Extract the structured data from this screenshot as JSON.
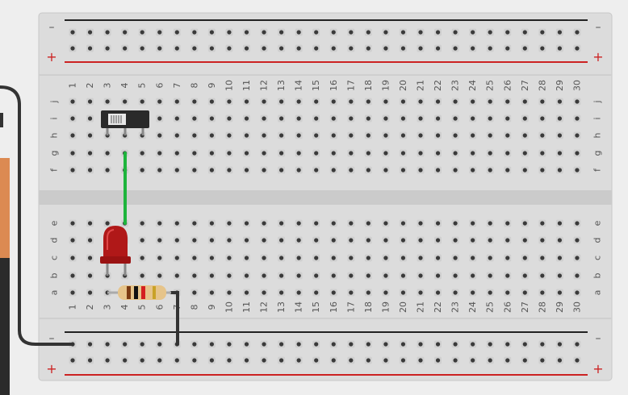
{
  "breadboard": {
    "columns": 30,
    "top_rows": [
      "j",
      "i",
      "h",
      "g",
      "f"
    ],
    "bottom_rows": [
      "e",
      "d",
      "c",
      "b",
      "a"
    ],
    "rail_minus_label": "–",
    "rail_plus_label": "+",
    "rail_minus_color": "#222222",
    "rail_plus_color": "#cc2222"
  },
  "components": {
    "slide_switch": {
      "icon": "slide-switch-icon",
      "pins_row": "h",
      "pins_columns": [
        3,
        4,
        5
      ]
    },
    "led": {
      "icon": "led-icon",
      "color": "#b01818",
      "leg_columns": [
        3,
        4
      ]
    },
    "resistor": {
      "icon": "resistor-icon",
      "row": "a",
      "from_column": 3,
      "to_column": 7,
      "band_colors": [
        "#7a3a12",
        "#111111",
        "#d42020",
        "#c9a227"
      ]
    },
    "jumper_green": {
      "color": "#1eb43c",
      "from": "g4",
      "to": "e4"
    },
    "jumper_black_rail": {
      "color": "#333333",
      "from": "a7",
      "to": "lower-minus-rail"
    },
    "battery_wire": {
      "color": "#333333"
    },
    "battery": {
      "top_color": "#dc8a52",
      "body_color": "#2b2b2b"
    }
  }
}
